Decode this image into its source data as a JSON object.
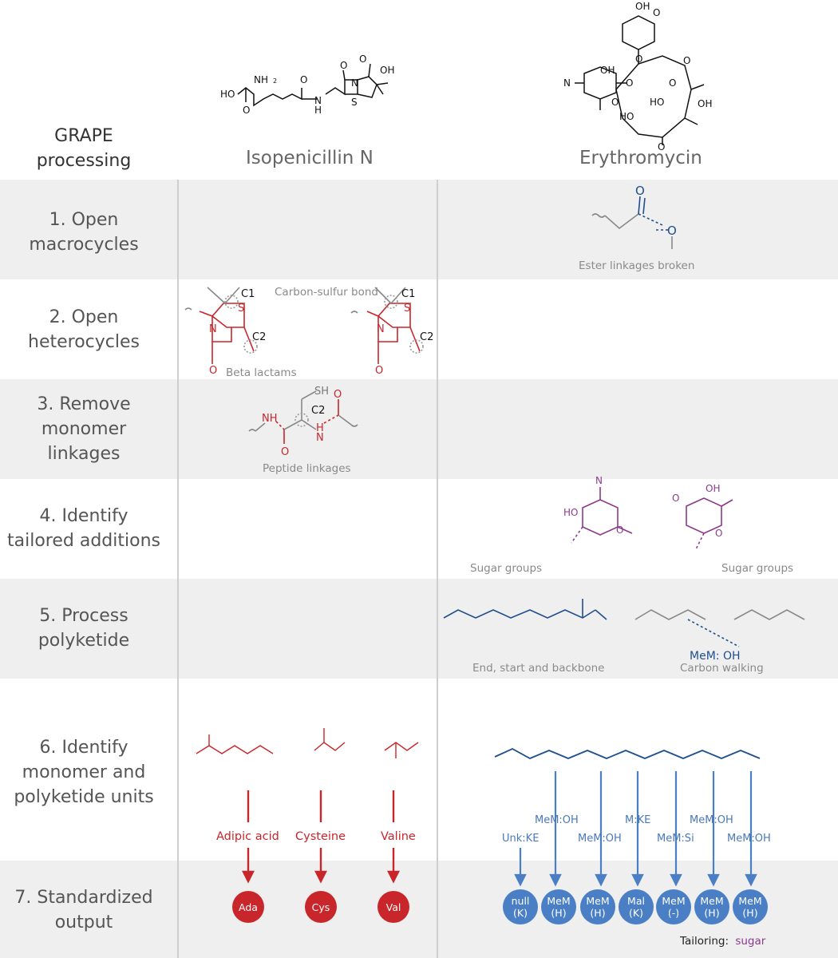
{
  "header": {
    "title_lines": [
      "GRAPE",
      "processing"
    ],
    "columns": [
      "Isopenicillin N",
      "Erythromycin"
    ]
  },
  "steps": [
    {
      "lines": [
        "1. Open",
        "macrocycles"
      ]
    },
    {
      "lines": [
        "2. Open",
        "heterocycles"
      ]
    },
    {
      "lines": [
        "3. Remove",
        "monomer",
        "linkages"
      ]
    },
    {
      "lines": [
        "4. Identify",
        "tailored additions"
      ]
    },
    {
      "lines": [
        "5. Process",
        "polyketide"
      ]
    },
    {
      "lines": [
        "6. Identify",
        "monomer and",
        "polyketide units"
      ]
    },
    {
      "lines": [
        "7. Standardized",
        "output"
      ]
    }
  ],
  "captions": {
    "ester": "Ester linkages broken",
    "carbon_sulfur": "Carbon-sulfur bond",
    "beta_lactams": "Beta lactams",
    "peptide": "Peptide linkages",
    "sugar_left": "Sugar groups",
    "sugar_right": "Sugar groups",
    "end_start": "End, start and backbone",
    "carbon_walking": "Carbon walking"
  },
  "atom_labels": {
    "c1": "C1",
    "c2": "C2",
    "sh": "SH",
    "mem_oh": "MeM: OH"
  },
  "monomers": {
    "names": [
      "Adipic acid",
      "Cysteine",
      "Valine"
    ],
    "outputs": [
      "Ada",
      "Cys",
      "Val"
    ]
  },
  "polyketide_units": {
    "labels_top": [
      "MeM:OH",
      "M:KE",
      "MeM:OH"
    ],
    "labels_bottom": [
      "Unk:KE",
      "MeM:OH",
      "MeM:Si",
      "MeM:OH"
    ],
    "outputs": [
      {
        "top": "null",
        "bottom": "(K)"
      },
      {
        "top": "MeM",
        "bottom": "(H)"
      },
      {
        "top": "MeM",
        "bottom": "(H)"
      },
      {
        "top": "Mal",
        "bottom": "(K)"
      },
      {
        "top": "MeM",
        "bottom": "(-)"
      },
      {
        "top": "MeM",
        "bottom": "(H)"
      },
      {
        "top": "MeM",
        "bottom": "(H)"
      }
    ]
  },
  "tailoring": {
    "label": "Tailoring:",
    "value": "sugar"
  },
  "colors": {
    "red": "#c8262b",
    "blue": "#4a7fc6",
    "dark_blue": "#1f4e8c",
    "purple": "#8b3a8b",
    "gray": "#888888"
  }
}
